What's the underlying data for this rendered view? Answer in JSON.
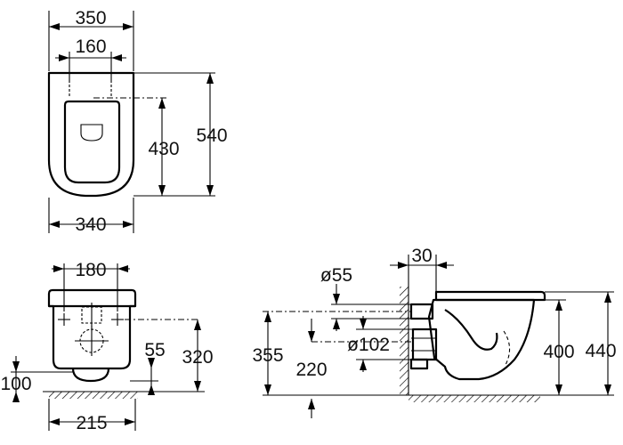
{
  "top_view": {
    "overall_width": "350",
    "bolt_spacing": "160",
    "bowl_length": "430",
    "overall_length": "540",
    "base_width": "340"
  },
  "front_view": {
    "bolt_spacing": "180",
    "bolt_height": "55",
    "outlet_height": "320",
    "floor_offset": "100",
    "base_width": "215"
  },
  "side_view": {
    "wall_gap": "30",
    "inlet_dia": "ø55",
    "outlet_dia": "ø102",
    "outlet_height": "355",
    "inlet_height": "220",
    "rim_height": "400",
    "top_height": "440"
  }
}
